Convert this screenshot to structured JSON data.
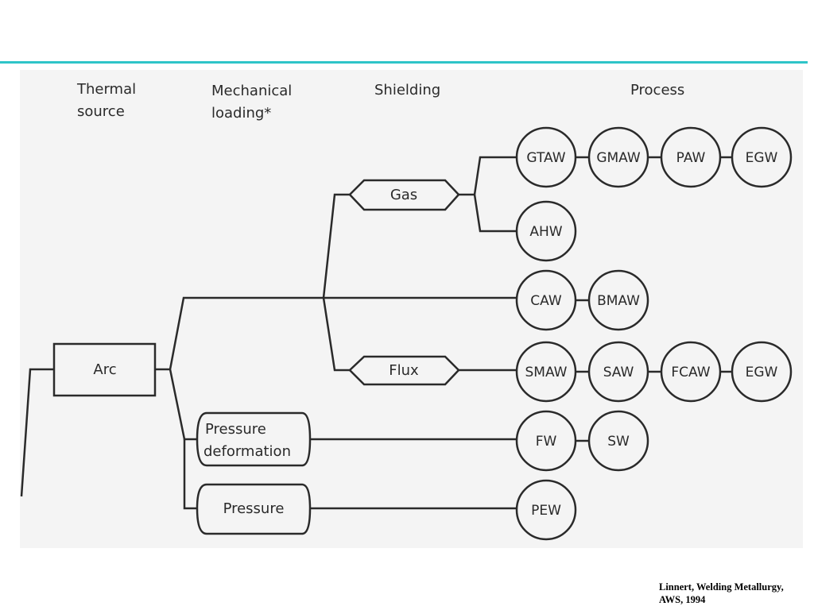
{
  "colors": {
    "accent": "#2fc4c8",
    "line": "#2a2a2a",
    "figure_bg": "#f4f4f4"
  },
  "headers": {
    "thermal": [
      "Thermal",
      "source"
    ],
    "mechanical": [
      "Mechanical",
      "loading*"
    ],
    "shielding": "Shielding",
    "process": "Process"
  },
  "nodes": {
    "arc": "Arc",
    "gas": "Gas",
    "flux": "Flux",
    "pressure_deformation": [
      "Pressure",
      "deformation"
    ],
    "pressure": "Pressure"
  },
  "processes": {
    "gas_row": [
      "GTAW",
      "GMAW",
      "PAW",
      "EGW"
    ],
    "gas_row2": [
      "AHW"
    ],
    "caw_row": [
      "CAW",
      "BMAW"
    ],
    "flux_row": [
      "SMAW",
      "SAW",
      "FCAW",
      "EGW"
    ],
    "pd_row": [
      "FW",
      "SW"
    ],
    "pressure_row": [
      "PEW"
    ]
  },
  "caption": [
    "Linnert, Welding Metallurgy,",
    "AWS, 1994"
  ]
}
